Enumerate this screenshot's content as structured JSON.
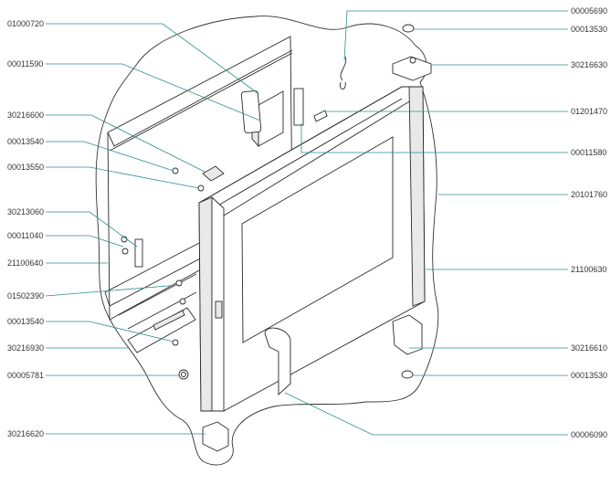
{
  "callouts_left": [
    {
      "id": "01000720"
    },
    {
      "id": "00011590"
    },
    {
      "id": "30216600"
    },
    {
      "id": "00013540"
    },
    {
      "id": "00013550"
    },
    {
      "id": "30213060"
    },
    {
      "id": "00011040"
    },
    {
      "id": "21100640"
    },
    {
      "id": "01502390"
    },
    {
      "id": "00013540"
    },
    {
      "id": "30216930"
    },
    {
      "id": "00005781"
    },
    {
      "id": "30216620"
    }
  ],
  "callouts_right": [
    {
      "id": "00005690"
    },
    {
      "id": "00013530"
    },
    {
      "id": "30216630"
    },
    {
      "id": "01201470"
    },
    {
      "id": "00011580"
    },
    {
      "id": "20101760"
    },
    {
      "id": "21100630"
    },
    {
      "id": "30216610"
    },
    {
      "id": "00013530"
    },
    {
      "id": "00006090"
    }
  ],
  "colors": {
    "leader": "#2f8f8c",
    "outline": "#2a2a2a"
  }
}
